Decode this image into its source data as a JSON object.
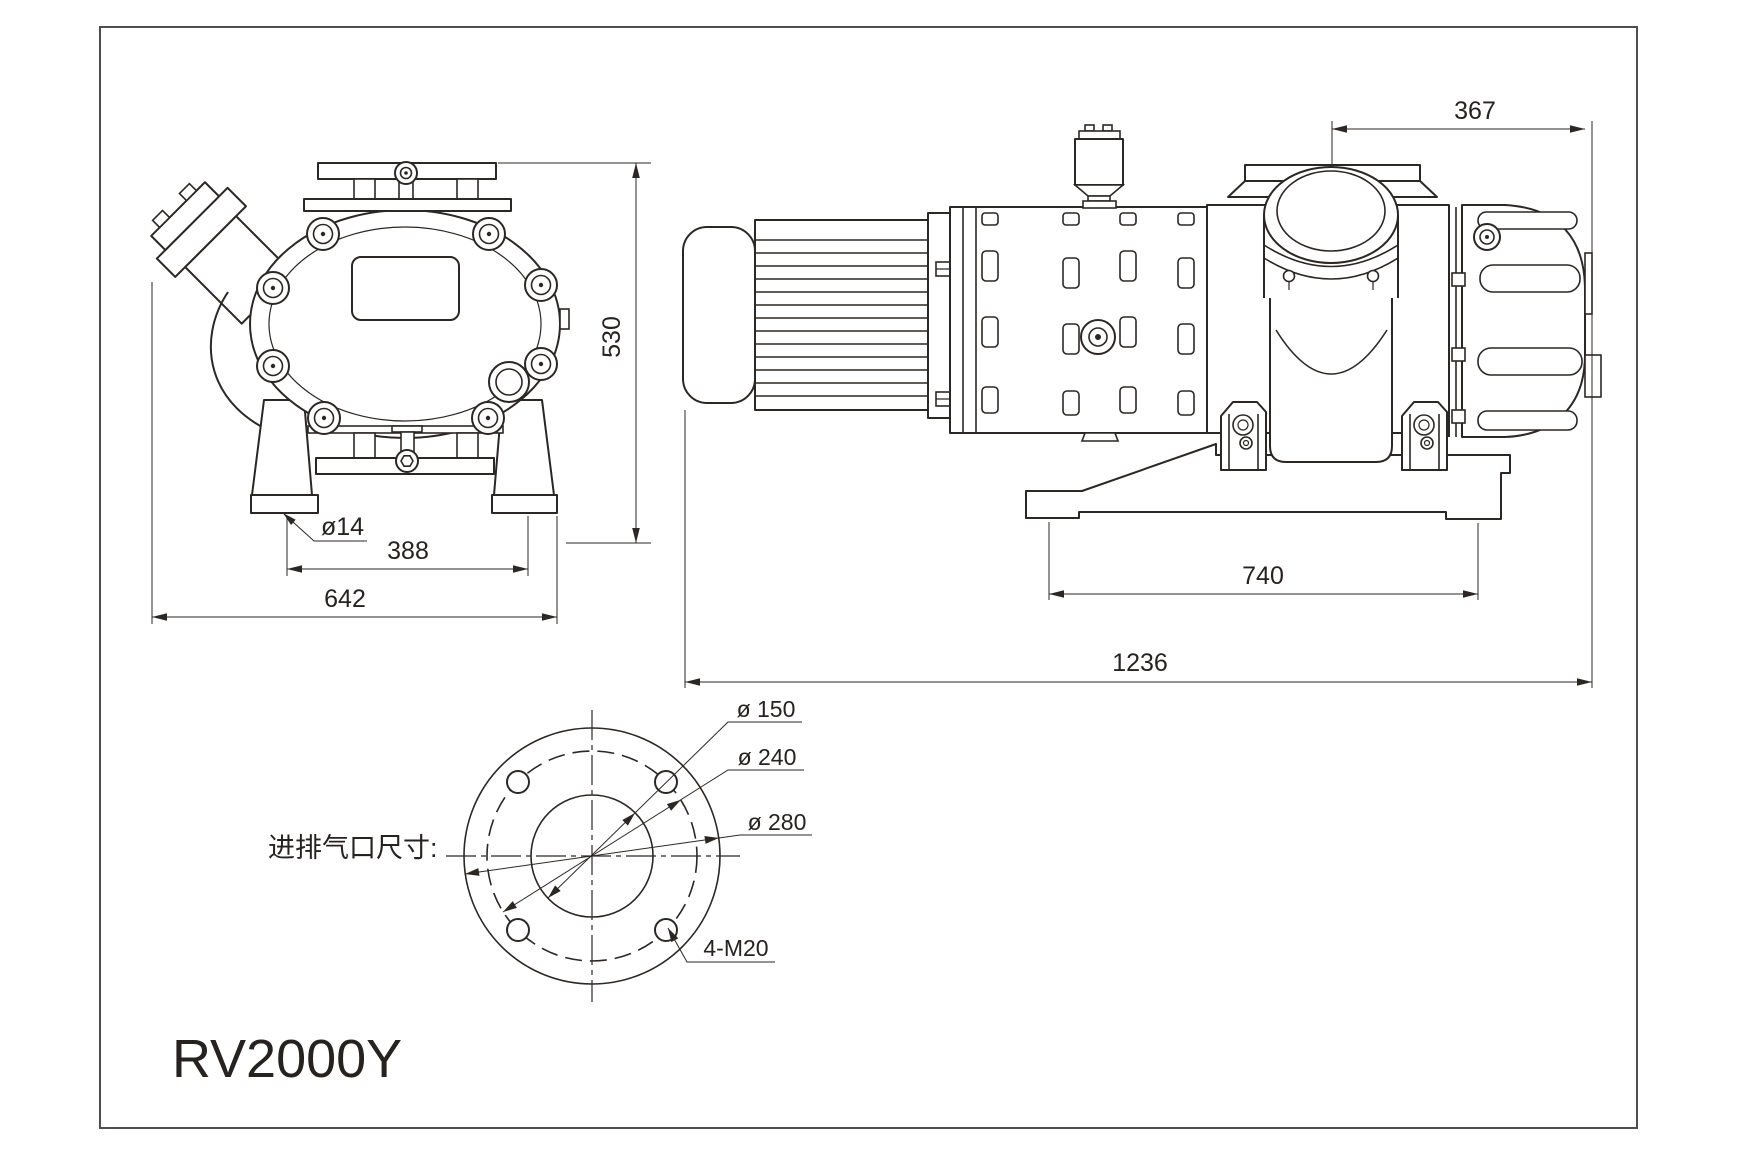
{
  "page": {
    "background": "#ffffff",
    "border_color": "#4d4e53",
    "line_color": "#2b2724",
    "text_color": "#262220"
  },
  "title": {
    "model": "RV2000Y"
  },
  "front_view": {
    "dims": {
      "overall_height": "530",
      "foot_hole_diameter": "ø14",
      "foot_hole_spacing": "388",
      "overall_width": "642"
    }
  },
  "side_view": {
    "dims": {
      "inlet_center_to_end": "367",
      "base_length": "740",
      "overall_length": "1236"
    }
  },
  "port_detail": {
    "caption": "进排气口尺寸:",
    "dims": {
      "inner_diameter": "ø 150",
      "bolt_circle_diameter": "ø 240",
      "flange_outer_diameter": "ø 280",
      "bolt_holes": "4-M20"
    }
  }
}
